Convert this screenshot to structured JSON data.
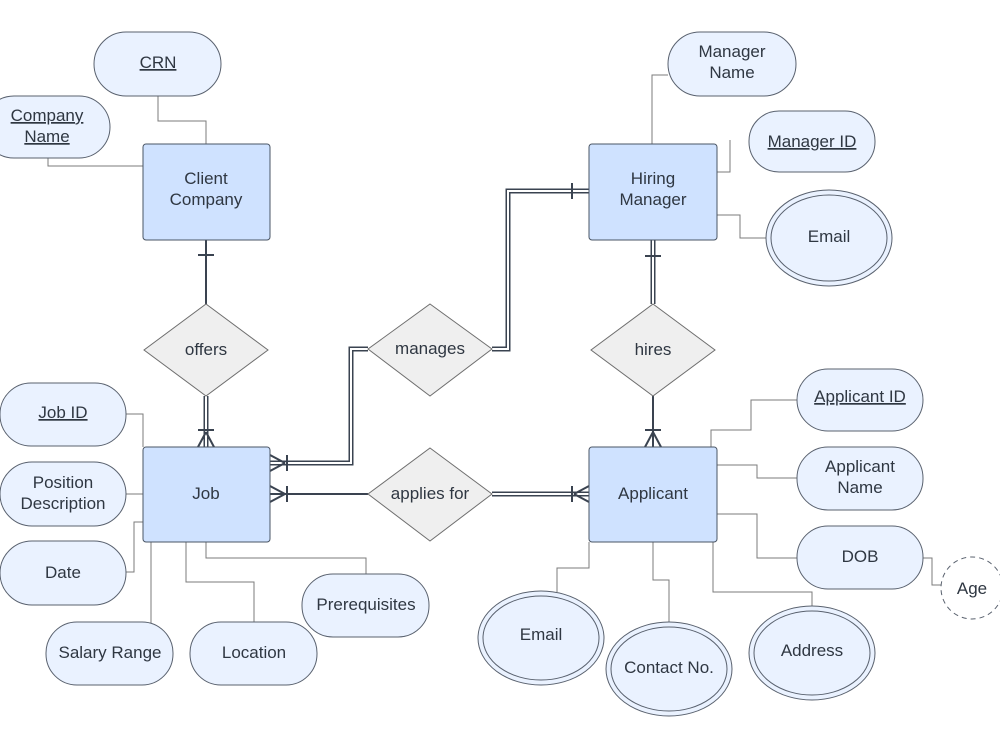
{
  "entities": {
    "client_company": [
      "Client",
      "Company"
    ],
    "hiring_manager": [
      "Hiring",
      "Manager"
    ],
    "job": [
      "Job"
    ],
    "applicant": [
      "Applicant"
    ]
  },
  "relationships": {
    "offers": "offers",
    "manages": "manages",
    "hires": "hires",
    "applies_for": "applies for"
  },
  "attributes": {
    "crn": [
      "CRN"
    ],
    "company_name": [
      "Company",
      "Name"
    ],
    "manager_name": [
      "Manager",
      "Name"
    ],
    "manager_id": [
      "Manager ID"
    ],
    "manager_email": [
      "Email"
    ],
    "job_id": [
      "Job ID"
    ],
    "position_description": [
      "Position",
      "Description"
    ],
    "date": [
      "Date"
    ],
    "salary_range": [
      "Salary Range"
    ],
    "location": [
      "Location"
    ],
    "prerequisites": [
      "Prerequisites"
    ],
    "applicant_id": [
      "Applicant ID"
    ],
    "applicant_name": [
      "Applicant",
      "Name"
    ],
    "dob": [
      "DOB"
    ],
    "age": [
      "Age"
    ],
    "applicant_email": [
      "Email"
    ],
    "contact_no": [
      "Contact No."
    ],
    "address": [
      "Address"
    ]
  },
  "colors": {
    "entity_fill": "#cfe2ff",
    "attribute_fill": "#eaf2ff",
    "relationship_fill": "#efefef",
    "line": "#3a4350"
  }
}
